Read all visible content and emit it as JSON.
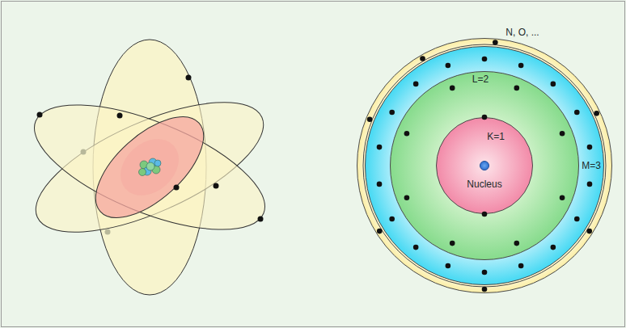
{
  "diagram": {
    "nodes": [
      {
        "text": [
          "N, O, ..."
        ]
      },
      {
        "text": [
          "M=3"
        ],
        "in": 0
      },
      {
        "text": [
          "L=2"
        ],
        "in": 1
      },
      {
        "text": [
          "K=1"
        ],
        "in": 2
      },
      {
        "text": [
          "Nucleus"
        ],
        "in": 3
      }
    ]
  }
}
